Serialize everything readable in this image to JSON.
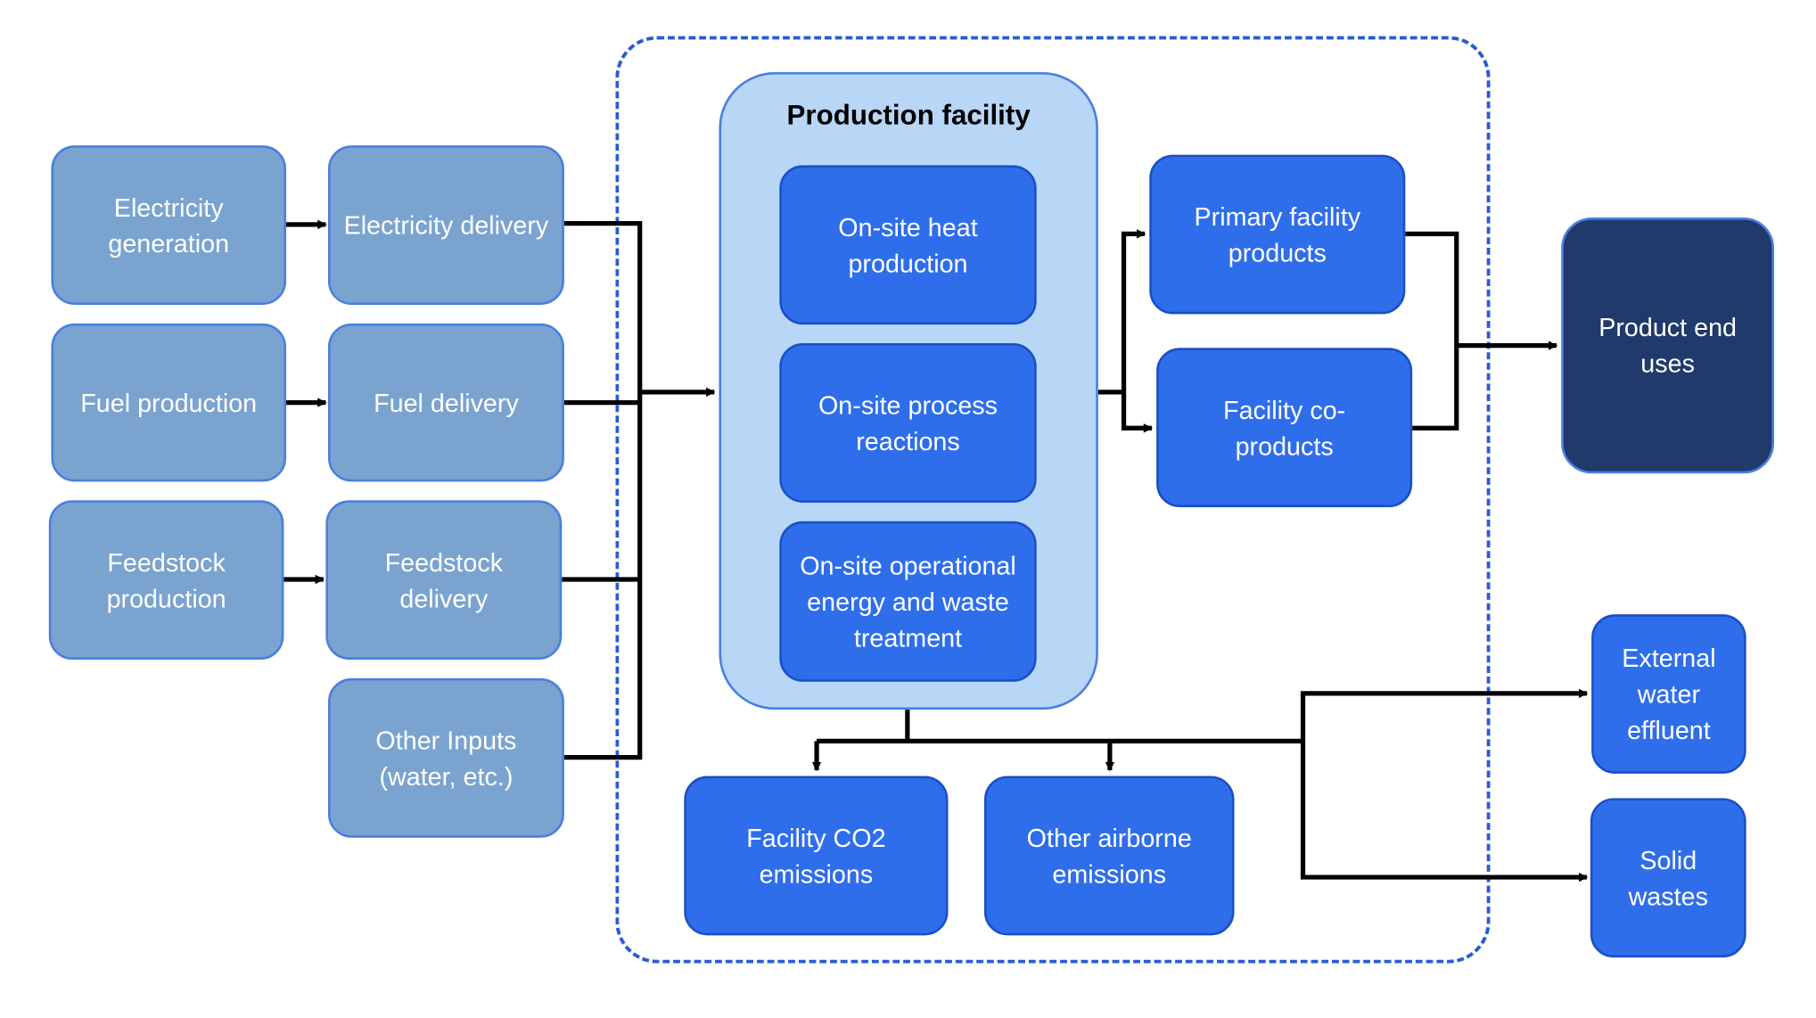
{
  "upstream": {
    "electricity_generation": "Electricity generation",
    "electricity_delivery": "Electricity delivery",
    "fuel_production": "Fuel production",
    "fuel_delivery": "Fuel delivery",
    "feedstock_production": "Feedstock production",
    "feedstock_delivery": "Feedstock delivery",
    "other_inputs": "Other Inputs (water, etc.)"
  },
  "facility": {
    "title": "Production facility",
    "items": [
      "On-site heat production",
      "On-site process reactions",
      "On-site operational energy and waste treatment"
    ]
  },
  "products": {
    "primary": "Primary facility products",
    "coproducts": "Facility co-products",
    "end_uses": "Product end uses"
  },
  "emissions": {
    "co2": "Facility CO2 emissions",
    "other_airborne": "Other airborne emissions",
    "water": "External water effluent",
    "solid": "Solid wastes"
  },
  "colors": {
    "upstream_fill": "#7aa3cf",
    "facility_fill": "#b8d6f6",
    "item_fill": "#2f6eea",
    "end_use_fill": "#1f3a6b",
    "boundary": "#2a5bd7",
    "connector": "#000000"
  }
}
